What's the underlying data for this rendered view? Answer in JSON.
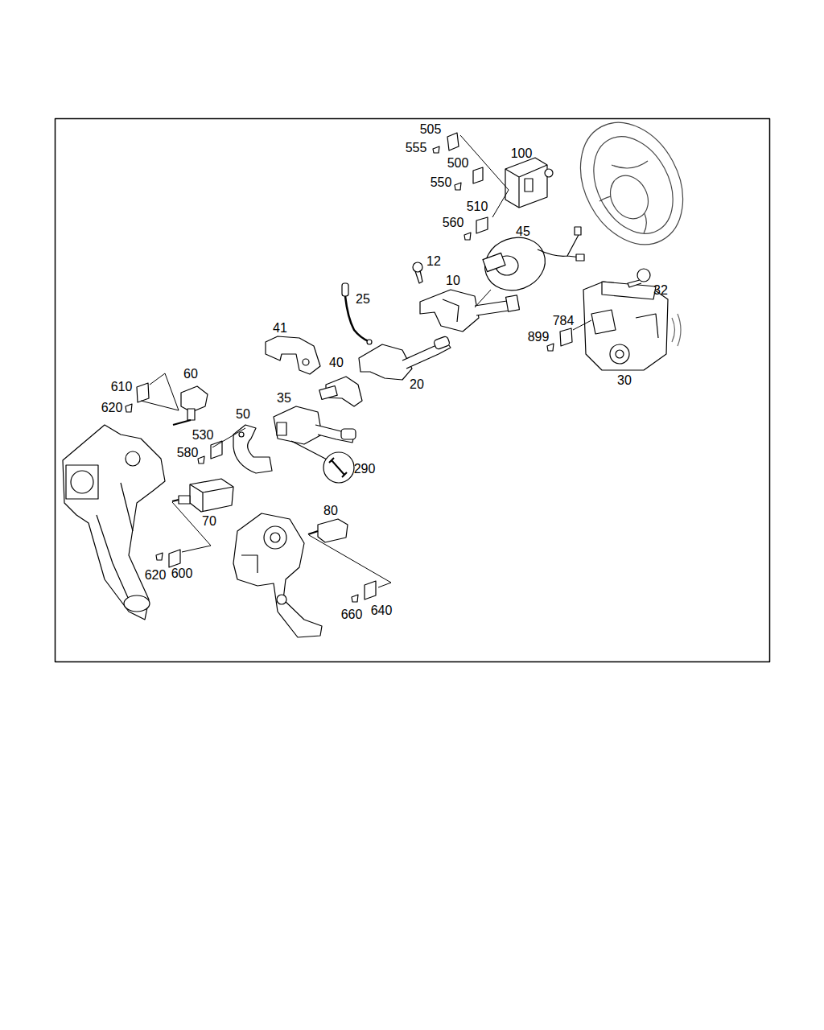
{
  "diagram": {
    "labels": [
      "505",
      "555",
      "100",
      "500",
      "550",
      "510",
      "560",
      "45",
      "12",
      "10",
      "32",
      "25",
      "784",
      "899",
      "41",
      "30",
      "60",
      "40",
      "20",
      "610",
      "620",
      "35",
      "50",
      "530",
      "580",
      "290",
      "70",
      "80",
      "620",
      "600",
      "660",
      "640"
    ]
  }
}
